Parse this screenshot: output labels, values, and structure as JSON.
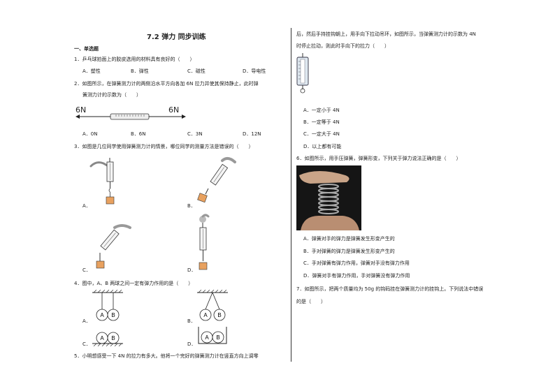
{
  "header": {
    "title": "7.2 弹力 同步训练"
  },
  "section": {
    "label": "一、单选题"
  },
  "q1": {
    "stem": "1．乒乓球拍面上的胶皮选用的材料具有良好的（　　）",
    "options": [
      "A．塑性",
      "B．弹性",
      "C．磁性",
      "D．导电性"
    ]
  },
  "q2": {
    "stem_line1": "2．如图所示，在弹簧测力计的两侧沿水平方向各加 6N 拉力并使其保持静止，此时弹",
    "stem_line2": "簧测力计的示数为（　　）",
    "force_left": "6N",
    "force_right": "6N",
    "options": [
      "A．0N",
      "B．6N",
      "C．3N",
      "D．12N"
    ]
  },
  "q3": {
    "stem": "3．如图是几位同学使用弹簧测力计的情景，哪位同学的测量方法是错误的（　　）",
    "options": [
      "A．",
      "B．",
      "C．",
      "D．"
    ]
  },
  "q4": {
    "stem": "4．图中，A、B 两球之间一定有弹力作用的是（　　）",
    "options": [
      "A．",
      "B．",
      "C．",
      "D．"
    ],
    "ball_a": "A",
    "ball_b": "B"
  },
  "q5": {
    "stem_line1": "5．小明想感受一下 4N 的拉力有多大。他将一个完好的弹簧测力计在竖直方向上调零",
    "stem_line2": "后，然后手持挂钩朝上，用手向下拉动吊环，如图所示，当弹簧测力计的示数为 4N",
    "stem_line3": "时停止拉动，则此时手向下的拉力（　　）",
    "options": [
      "A．一定小于 4N",
      "B．一定等于 4N",
      "C．一定大于 4N",
      "D．以上都有可能"
    ]
  },
  "q6": {
    "stem": "6．如图所示，用手压弹簧，弹簧形变，下列关于弹力说法正确的是（　　）",
    "options": [
      "A．弹簧对手的弹力是弹簧发生形变产生的",
      "B．手对弹簧的弹力是弹簧发生形变产生的",
      "C．手对弹簧有弹力作用，弹簧对手没有弹力作用",
      "D．弹簧对手有弹力作用，手对弹簧没有弹力作用"
    ]
  },
  "q7": {
    "stem_line1": "7．如图所示，把两个质量均为 50g 的钩码挂在弹簧测力计的挂钩上。下列说法中错误",
    "stem_line2": "的是（　　）"
  }
}
